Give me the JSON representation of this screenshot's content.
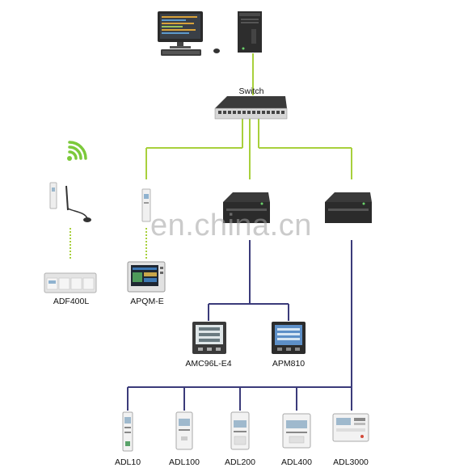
{
  "labels": {
    "switch": "Switch",
    "adf400l": "ADF400L",
    "apqm_e": "APQM-E",
    "amc96l_e4": "AMC96L-E4",
    "apm810": "APM810",
    "adl10": "ADL10",
    "adl100": "ADL100",
    "adl200": "ADL200",
    "adl400": "ADL400",
    "adl3000": "ADL3000"
  },
  "watermark": "en.china.cn",
  "icons": {
    "monitor": "monitor-icon",
    "server": "server-tower-icon",
    "network_switch": "network-switch-icon",
    "wifi": "wifi-icon",
    "gateway": "gateway-icon",
    "meter": "power-meter-icon"
  },
  "colors": {
    "ethernet_line": "#a8d03c",
    "rs485_line": "#3b3b7a",
    "wifi": "#7cc93b"
  }
}
